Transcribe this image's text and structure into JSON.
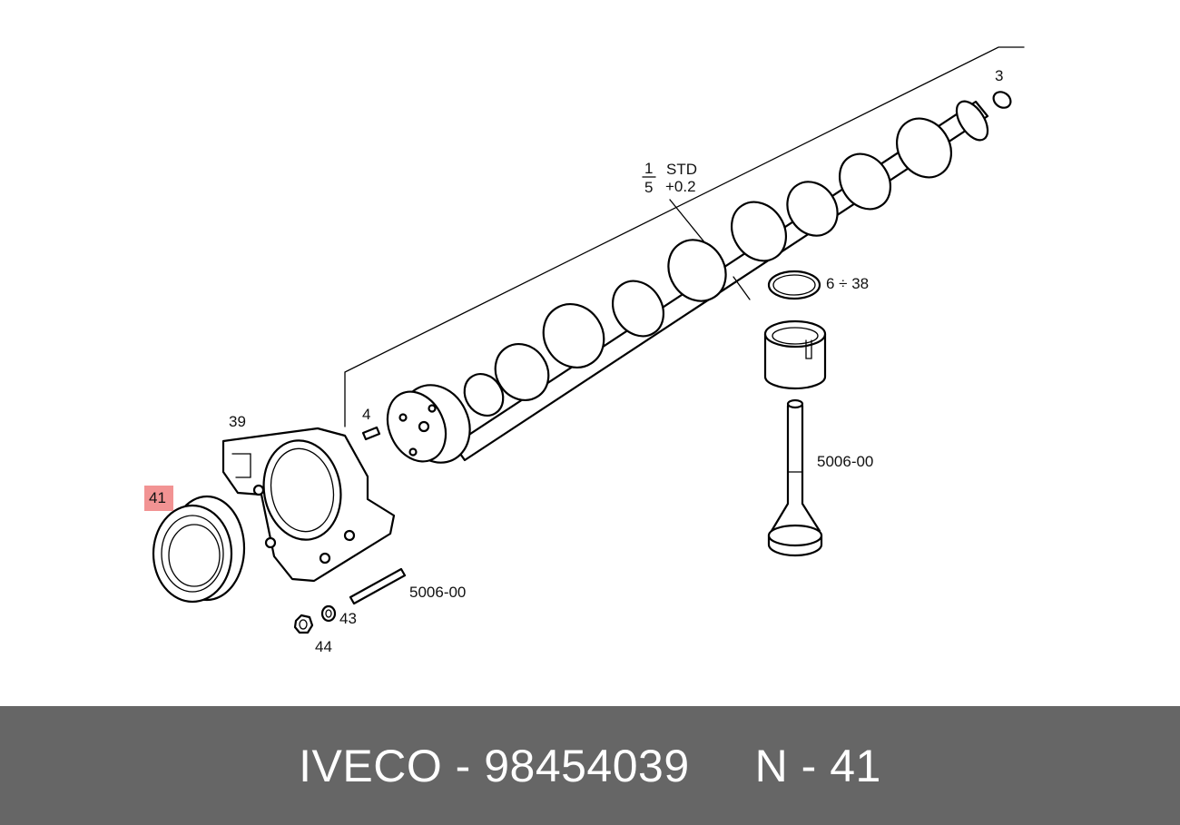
{
  "diagram": {
    "callouts": {
      "p3": "3",
      "p4": "4",
      "p1": "1",
      "p5": "5",
      "std": "STD",
      "oversize": "+0.2",
      "p6_38": "6 ÷ 38",
      "ref_valve": "5006-00",
      "ref_stud": "5006-00",
      "p39": "39",
      "p41": "41",
      "p43": "43",
      "p44": "44"
    },
    "highlight_color": "#f08080"
  },
  "footer": {
    "brand": "IVECO",
    "separator": "-",
    "part_number": "98454039",
    "position_prefix": "N",
    "position_separator": "-",
    "position_number": "41",
    "background": "#666666"
  }
}
